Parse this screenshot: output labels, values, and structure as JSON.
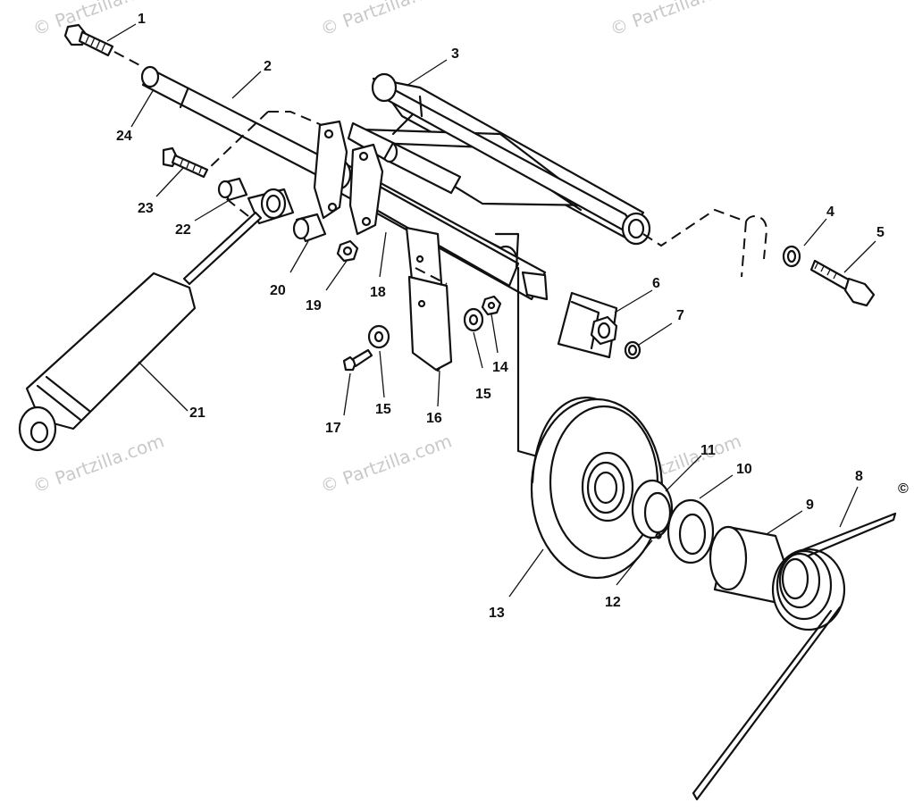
{
  "watermark": {
    "text": "© Partzilla.com",
    "copyright_mark": "©"
  },
  "callouts": {
    "c1": "1",
    "c2": "2",
    "c3": "3",
    "c4": "4",
    "c5": "5",
    "c6": "6",
    "c7": "7",
    "c8": "8",
    "c9": "9",
    "c10": "10",
    "c11": "11",
    "c12": "12",
    "c13": "13",
    "c14": "14",
    "c15a": "15",
    "c15b": "15",
    "c16": "16",
    "c17": "17",
    "c18": "18",
    "c19": "19",
    "c20": "20",
    "c21": "21",
    "c22": "22",
    "c23": "23",
    "c24": "24"
  }
}
